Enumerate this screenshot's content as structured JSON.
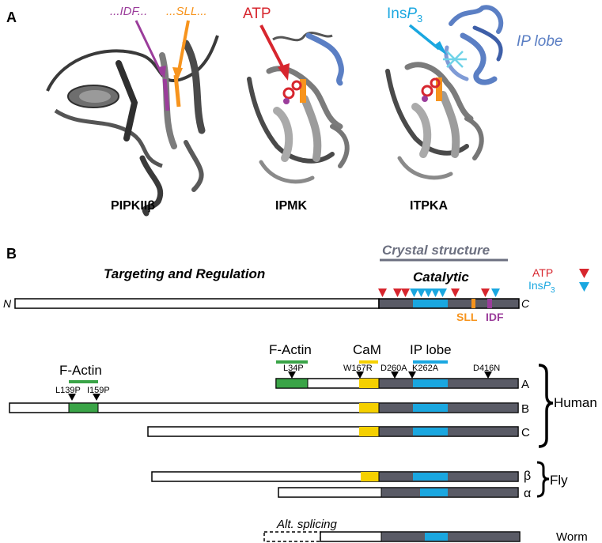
{
  "panel_a": {
    "label": "A",
    "structures": [
      {
        "name": "PIPKIIβ"
      },
      {
        "name": "IPMK"
      },
      {
        "name": "ITPKA"
      }
    ],
    "annotations": {
      "idf": "...IDF...",
      "sll": "...SLL...",
      "atp": "ATP",
      "insp3_prefix": "Ins",
      "insp3_p": "P",
      "insp3_sub": "3",
      "ip_lobe": "IP lobe"
    }
  },
  "panel_b": {
    "label": "B",
    "crystal_structure": "Crystal structure",
    "targeting": "Targeting and Regulation",
    "catalytic": "Catalytic",
    "n_term": "N",
    "c_term": "C",
    "sll": "SLL",
    "idf": "IDF",
    "legend": {
      "atp": "ATP",
      "insp3_prefix": "Ins",
      "insp3_p": "P",
      "insp3_sub": "3"
    },
    "domains": {
      "f_actin_b": "F-Actin",
      "f_actin_a": "F-Actin",
      "cam": "CaM",
      "ip_lobe": "IP lobe"
    },
    "mutations": [
      "L139P",
      "I159P",
      "L34P",
      "W167R",
      "D260A",
      "K262A",
      "D416N"
    ],
    "isoforms": {
      "human": [
        "A",
        "B",
        "C"
      ],
      "human_label": "Human",
      "fly": [
        "β",
        "α"
      ],
      "fly_label": "Fly",
      "worm_label": "Worm",
      "alt_splicing": "Alt. splicing"
    }
  },
  "colors": {
    "atp": "#d7262e",
    "insp3": "#1aa7e0",
    "sll": "#f7941d",
    "idf": "#9b3d9b",
    "ip_lobe_structure": "#5b7fc4",
    "f_actin": "#3aa447",
    "cam": "#f5d000",
    "catalytic": "#5a5b66",
    "crystal": "#6c7080"
  }
}
